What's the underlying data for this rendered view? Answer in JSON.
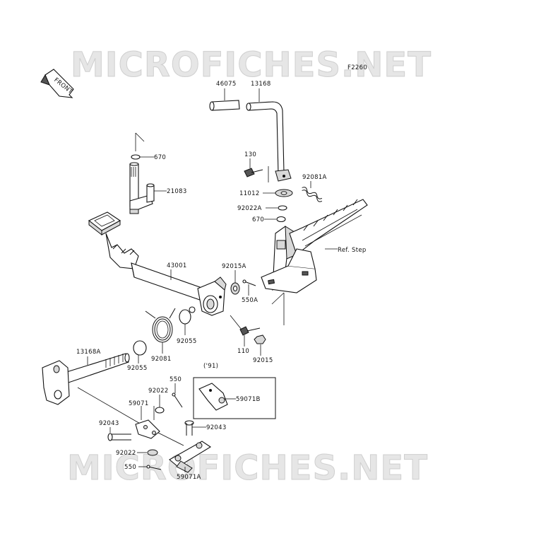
{
  "watermark": {
    "text": "MICROFICHES.NET"
  },
  "figure_code": "F2260",
  "front_label": "FRONT",
  "ref_label": "Ref. Step",
  "inset_label": "('91)",
  "parts": {
    "p46075": "46075",
    "p13168": "13168",
    "p670a": "670",
    "p21083": "21083",
    "p130": "130",
    "p92081A": "92081A",
    "p11012": "11012",
    "p92022A": "92022A",
    "p670b": "670",
    "p43001": "43001",
    "p92015A": "92015A",
    "p550A": "550A",
    "p92055a": "92055",
    "p92081": "92081",
    "p92055b": "92055",
    "p13168A": "13168A",
    "p110": "110",
    "p92015": "92015",
    "p59071B": "59071B",
    "p550": "550",
    "p92022": "92022",
    "p59071": "59071",
    "p92043a": "92043",
    "p92043b": "92043",
    "p92022b": "92022",
    "p550b": "550",
    "p59071A": "59071A"
  }
}
